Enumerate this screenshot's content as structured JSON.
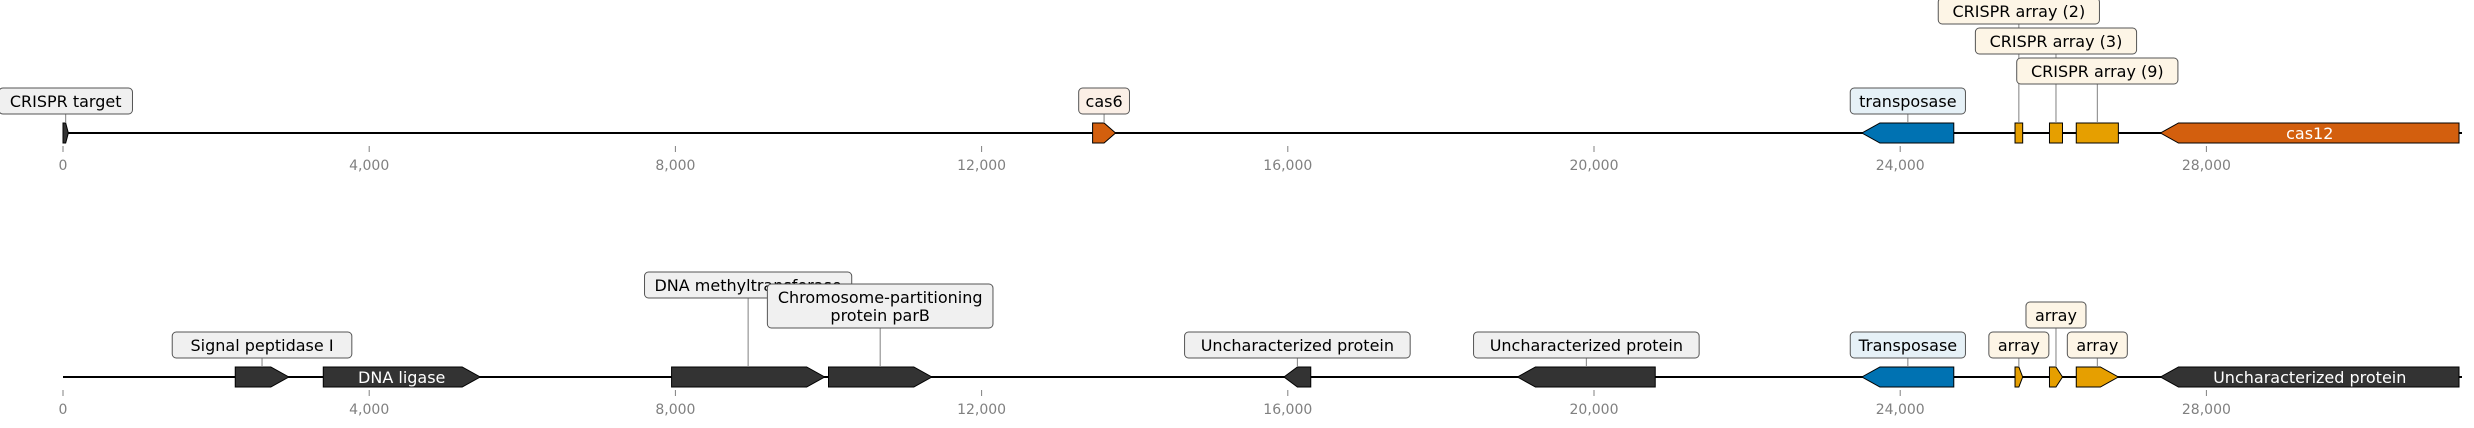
{
  "colors": {
    "orange": "#d35f0e",
    "blue": "#0072b2",
    "yellow": "#e69f00",
    "dark": "#333333",
    "box_orange": "#fbefe6",
    "box_blue": "#e6f1f7",
    "box_yellow": "#fdf5e6",
    "box_dark": "#f0f0f0"
  },
  "tracks": [
    {
      "ticks": [
        "0",
        "4,000",
        "8,000",
        "12,000",
        "16,000",
        "20,000",
        "24,000",
        "28,000"
      ],
      "features": [
        {
          "name": "CRISPR target",
          "start": 0,
          "end": 70,
          "strand": 1,
          "color": "dark",
          "label_box": "box_dark",
          "label_level": 0
        },
        {
          "name": "cas6",
          "start": 13450,
          "end": 13750,
          "strand": 1,
          "color": "orange",
          "label_box": "box_orange",
          "label_level": 0
        },
        {
          "name": "transposase",
          "start": 23500,
          "end": 24700,
          "strand": -1,
          "color": "blue",
          "label_box": "box_blue",
          "label_level": 0
        },
        {
          "name": "CRISPR array (2)",
          "start": 25500,
          "end": 25600,
          "strand": 0,
          "color": "yellow",
          "label_box": "box_yellow",
          "label_level": 3
        },
        {
          "name": "CRISPR array (3)",
          "start": 25950,
          "end": 26120,
          "strand": 0,
          "color": "yellow",
          "label_box": "box_yellow",
          "label_level": 2
        },
        {
          "name": "CRISPR array (9)",
          "start": 26300,
          "end": 26850,
          "strand": 0,
          "color": "yellow",
          "label_box": "box_yellow",
          "label_level": 1
        },
        {
          "name": "cas12",
          "start": 27400,
          "end": 31300,
          "strand": -1,
          "color": "orange",
          "inline": true
        }
      ]
    },
    {
      "ticks": [
        "0",
        "4,000",
        "8,000",
        "12,000",
        "16,000",
        "20,000",
        "24,000",
        "28,000"
      ],
      "features": [
        {
          "name": "Signal peptidase I",
          "start": 2250,
          "end": 2950,
          "strand": 1,
          "color": "dark",
          "label_box": "box_dark",
          "label_level": 0
        },
        {
          "name": "DNA ligase",
          "start": 3400,
          "end": 5450,
          "strand": 1,
          "color": "dark",
          "inline": true
        },
        {
          "name": "DNA methyltransferase",
          "start": 7950,
          "end": 9950,
          "strand": 1,
          "color": "dark",
          "label_box": "box_dark",
          "label_level": 2
        },
        {
          "name": "Chromosome-partitioning\nprotein parB",
          "start": 10000,
          "end": 11350,
          "strand": 1,
          "color": "dark",
          "label_box": "box_dark",
          "label_level": 1
        },
        {
          "name": "Uncharacterized protein",
          "start": 15950,
          "end": 16300,
          "strand": -1,
          "color": "dark",
          "label_box": "box_dark",
          "label_level": 0
        },
        {
          "name": "Uncharacterized protein",
          "start": 19000,
          "end": 20800,
          "strand": -1,
          "color": "dark",
          "label_box": "box_dark",
          "label_level": 0
        },
        {
          "name": "Transposase",
          "start": 23500,
          "end": 24700,
          "strand": -1,
          "color": "blue",
          "label_box": "box_blue",
          "label_level": 0
        },
        {
          "name": "array",
          "start": 25500,
          "end": 25600,
          "strand": 1,
          "color": "yellow",
          "label_box": "box_yellow",
          "label_level": 0
        },
        {
          "name": "array",
          "start": 25950,
          "end": 26120,
          "strand": 1,
          "color": "yellow",
          "label_box": "box_yellow",
          "label_level": 1
        },
        {
          "name": "array",
          "start": 26300,
          "end": 26850,
          "strand": 1,
          "color": "yellow",
          "label_box": "box_yellow",
          "label_level": 0
        },
        {
          "name": "Uncharacterized protein",
          "start": 27400,
          "end": 31300,
          "strand": -1,
          "color": "dark",
          "inline": true
        }
      ]
    }
  ]
}
